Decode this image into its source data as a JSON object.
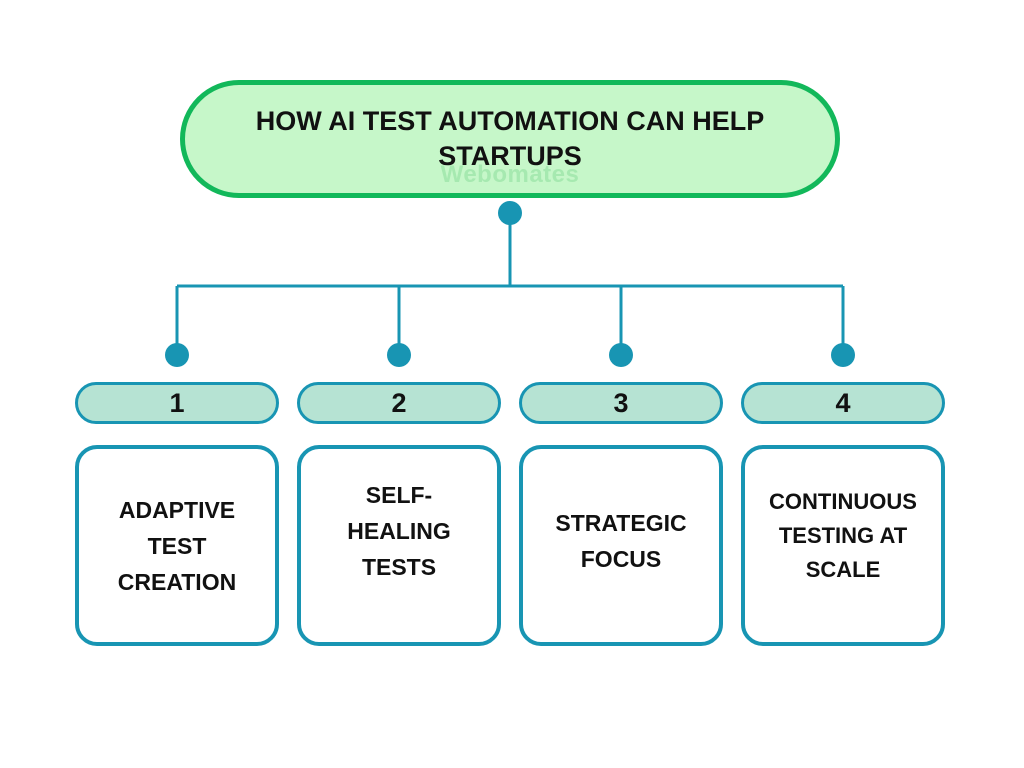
{
  "title": "HOW AI TEST AUTOMATION CAN HELP STARTUPS",
  "watermark": "Webomates",
  "colors": {
    "title_fill": "#c6f7c9",
    "title_border": "#12b85a",
    "connector": "#1895b3",
    "pill_fill": "#b6e3d3",
    "card_border": "#1895b3"
  },
  "items": [
    {
      "number": "1",
      "text": "ADAPTIVE\nTEST\nCREATION"
    },
    {
      "number": "2",
      "text": "SELF-\nHEALING\nTESTS"
    },
    {
      "number": "3",
      "text": "STRATEGIC\nFOCUS"
    },
    {
      "number": "4",
      "text": "CONTINUOUS\nTESTING AT\nSCALE"
    }
  ]
}
